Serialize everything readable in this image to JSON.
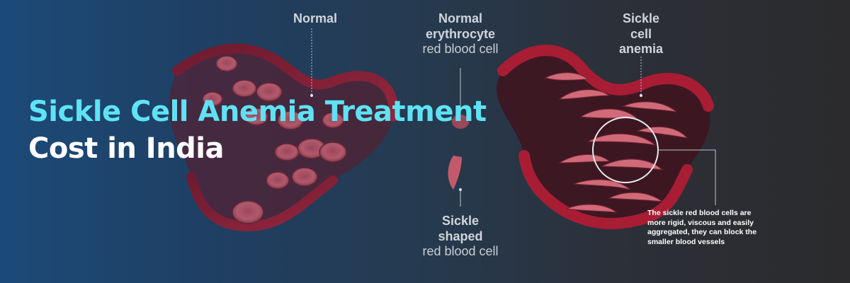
{
  "headline": {
    "line1": "Sickle Cell Anemia Treatment",
    "line2": "Cost in India"
  },
  "labels": {
    "normal": "Normal",
    "normal_erythrocyte_title": "Normal\nerythrocyte",
    "normal_erythrocyte_sub": "red blood cell",
    "sickle_shaped_title": "Sickle\nshaped",
    "sickle_shaped_sub": "red blood cell",
    "sickle_cell_anemia": "Sickle\ncell\nanemia"
  },
  "note": "The sickle red blood cells are more rigid, viscous and easily aggregated, they can block the smaller blood vessels",
  "colors": {
    "headline_accent": "#5ee3f5",
    "headline_white": "#ffffff",
    "vessel": "#8e1b2c",
    "cell": "#c85a6a"
  }
}
